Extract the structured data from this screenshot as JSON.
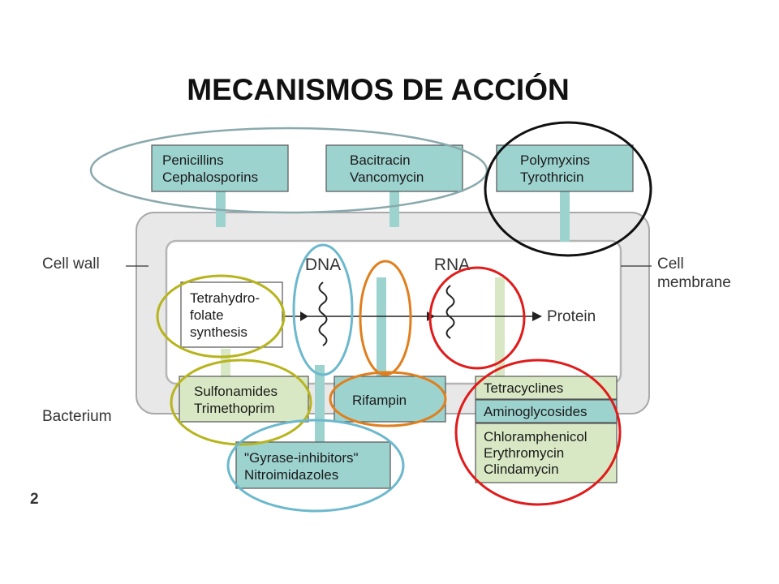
{
  "title": "MECANISMOS DE ACCIÓN",
  "labels": {
    "cell_wall": "Cell wall",
    "cell_membrane_line1": "Cell",
    "cell_membrane_line2": "membrane",
    "bacterium": "Bacterium",
    "dna": "DNA",
    "rna": "RNA",
    "protein": "Protein",
    "page_fragment": "2"
  },
  "boxes": {
    "penicillins": {
      "line1": "Penicillins",
      "line2": "Cephalosporins"
    },
    "bacitracin": {
      "line1": "Bacitracin",
      "line2": "Vancomycin"
    },
    "polymyxins": {
      "line1": "Polymyxins",
      "line2": "Tyrothricin"
    },
    "tetrahydrofolate": {
      "line1": "Tetrahydro-",
      "line2": "folate",
      "line3": "synthesis"
    },
    "sulfonamides": {
      "line1": "Sulfonamides",
      "line2": "Trimethoprim"
    },
    "rifampin": {
      "line1": "Rifampin"
    },
    "gyrase": {
      "line1": "\"Gyrase-inhibitors\"",
      "line2": "Nitroimidazoles"
    },
    "tetracyclines": {
      "line1": "Tetracyclines"
    },
    "aminoglycosides": {
      "line1": "Aminoglycosides"
    },
    "chloramphenicol": {
      "line1": "Chloramphenicol",
      "line2": "Erythromycin",
      "line3": "Clindamycin"
    }
  },
  "colors": {
    "teal_fill": "#9dd3cf",
    "green_fill": "#d9e8c4",
    "cell_outer": "#e8e8e8",
    "cell_border": "#a9a9a9",
    "ring_teal": "#8aa9ad",
    "ring_black": "#111111",
    "ring_olive": "#b7b41d",
    "ring_blue": "#6cb8cc",
    "ring_orange": "#e07f1e",
    "ring_red": "#e01b1b"
  }
}
